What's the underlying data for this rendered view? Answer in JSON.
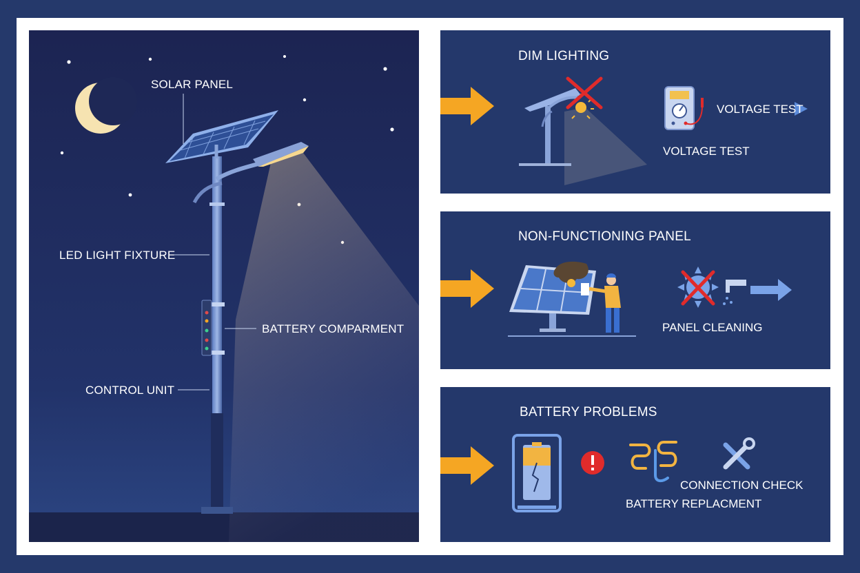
{
  "scene": {
    "labels": {
      "solar_panel": "SOLAR PANEL",
      "led_fixture": "LED LIGHT FIXTURE",
      "battery": "BATTERY COMPARMENT",
      "control": "CONTROL UNIT"
    }
  },
  "panels": [
    {
      "title": "DIM LIGHTING",
      "captions": [
        "VOLTAGE TEST",
        "VOLTAGE TEST"
      ],
      "icons": [
        "arrow-icon",
        "dim-streetlight-icon",
        "x-mark-icon",
        "multimeter-icon",
        "arrow-right-icon"
      ]
    },
    {
      "title": "NON-FUNCTIONING PANEL",
      "captions": [
        "PANEL CLEANING"
      ],
      "icons": [
        "arrow-icon",
        "dirty-panel-icon",
        "technician-icon",
        "sun-crossed-icon",
        "water-spray-icon",
        "arrow-right-icon"
      ]
    },
    {
      "title": "BATTERY PROBLEMS",
      "captions": [
        "CONNECTION CHECK",
        "BATTERY REPLACMENT"
      ],
      "icons": [
        "arrow-icon",
        "cracked-battery-icon",
        "alert-icon",
        "cables-icon",
        "tools-icon"
      ]
    }
  ],
  "colors": {
    "background": "#25396b",
    "panel": "#24386b",
    "accent_arrow": "#f5a623",
    "warning_red": "#e02b2b"
  }
}
